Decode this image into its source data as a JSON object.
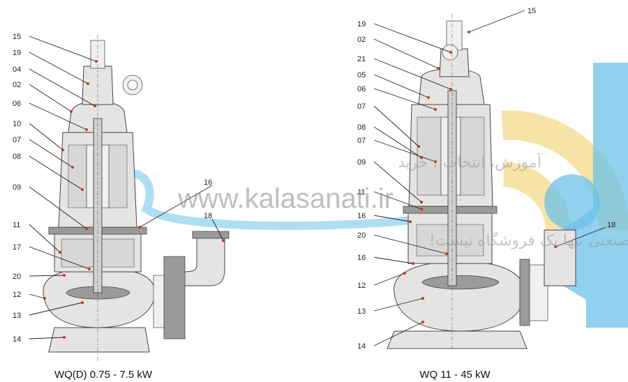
{
  "colors": {
    "wm_yellow": "#f5d98a",
    "wm_blue": "#6cc2e8",
    "leader_dot": "#c0392b"
  },
  "watermark": {
    "line1": "آموزش، انتخاب ، خرید",
    "url": "www.kalasanati.ir",
    "line3": "کالاصنعتی تنها یک فروشگاه نیست!"
  },
  "left_pump": {
    "caption": "WQ(D) 0.75 - 7.5 kW",
    "labels": [
      "15",
      "19",
      "04",
      "02",
      "06",
      "10",
      "07",
      "08",
      "09",
      "16",
      "18",
      "11",
      "17",
      "20",
      "12",
      "13",
      "14"
    ]
  },
  "right_pump": {
    "caption": "WQ 11 - 45 kW",
    "labels": [
      "19",
      "15",
      "02",
      "21",
      "05",
      "06",
      "07",
      "08",
      "07",
      "09",
      "11",
      "16",
      "20",
      "16",
      "18",
      "12",
      "13",
      "14"
    ]
  }
}
